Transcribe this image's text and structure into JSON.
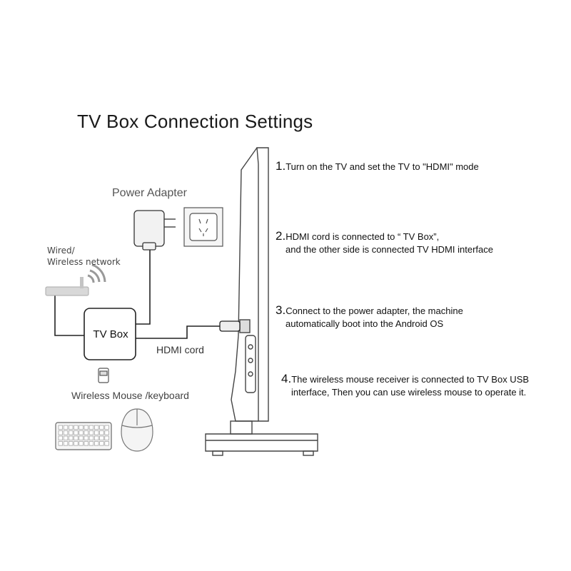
{
  "title": "TV Box Connection Settings",
  "labels": {
    "power_adapter": "Power Adapter",
    "network": "Wired/\nWireless network",
    "tv_box": "TV Box",
    "hdmi_cord": "HDMI cord",
    "mouse_keyboard": "Wireless Mouse /keyboard"
  },
  "steps": [
    {
      "num": "1.",
      "line1": "Turn on the TV and set the TV to \"HDMI\" mode",
      "line2": ""
    },
    {
      "num": "2.",
      "line1": "HDMI cord is connected to “ TV Box”,",
      "line2": "and the other side is connected TV HDMI interface"
    },
    {
      "num": "3.",
      "line1": "Connect to the power adapter, the machine",
      "line2": "automatically boot into the Android OS"
    },
    {
      "num": "4.",
      "line1": "The wireless mouse receiver is connected to TV  Box USB",
      "line2": "interface, Then you can use wireless mouse to operate it."
    }
  ],
  "icons": {
    "power_adapter": "power-adapter-icon",
    "wall_socket": "wall-socket-icon",
    "router": "router-icon",
    "wifi": "wifi-icon",
    "usb_dongle": "usb-receiver-icon",
    "keyboard": "keyboard-icon",
    "mouse": "mouse-icon",
    "tv": "tv-side-view-icon"
  }
}
